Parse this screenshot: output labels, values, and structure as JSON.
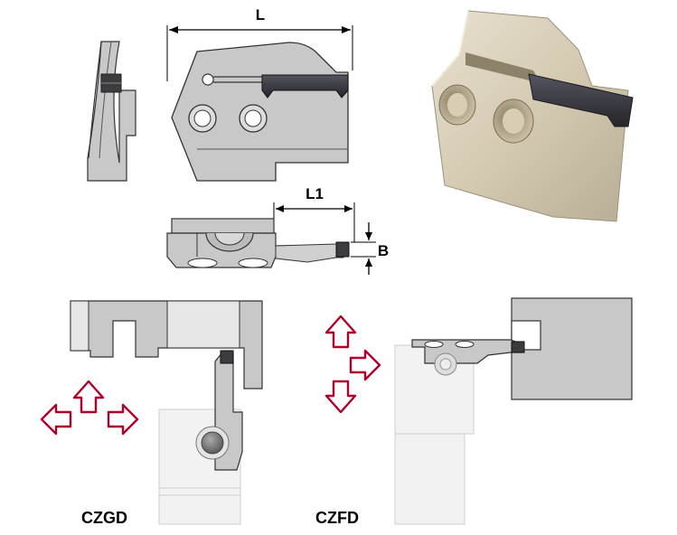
{
  "dimensions": {
    "length_label": "L",
    "insert_length_label": "L1",
    "width_label": "B"
  },
  "captions": {
    "left_setup": "CZGD",
    "right_setup": "CZFD"
  },
  "colors": {
    "body_gray": "#c8c8c8",
    "light_gray": "#e6e6e6",
    "mid_gray": "#b4b4b4",
    "dark_insert": "#3c3c40",
    "arrow_red": "#b0002a",
    "photo_beige": "#d6cdb8"
  },
  "icons": {
    "arrow": "arrow-icon",
    "screw": "screw-icon"
  }
}
